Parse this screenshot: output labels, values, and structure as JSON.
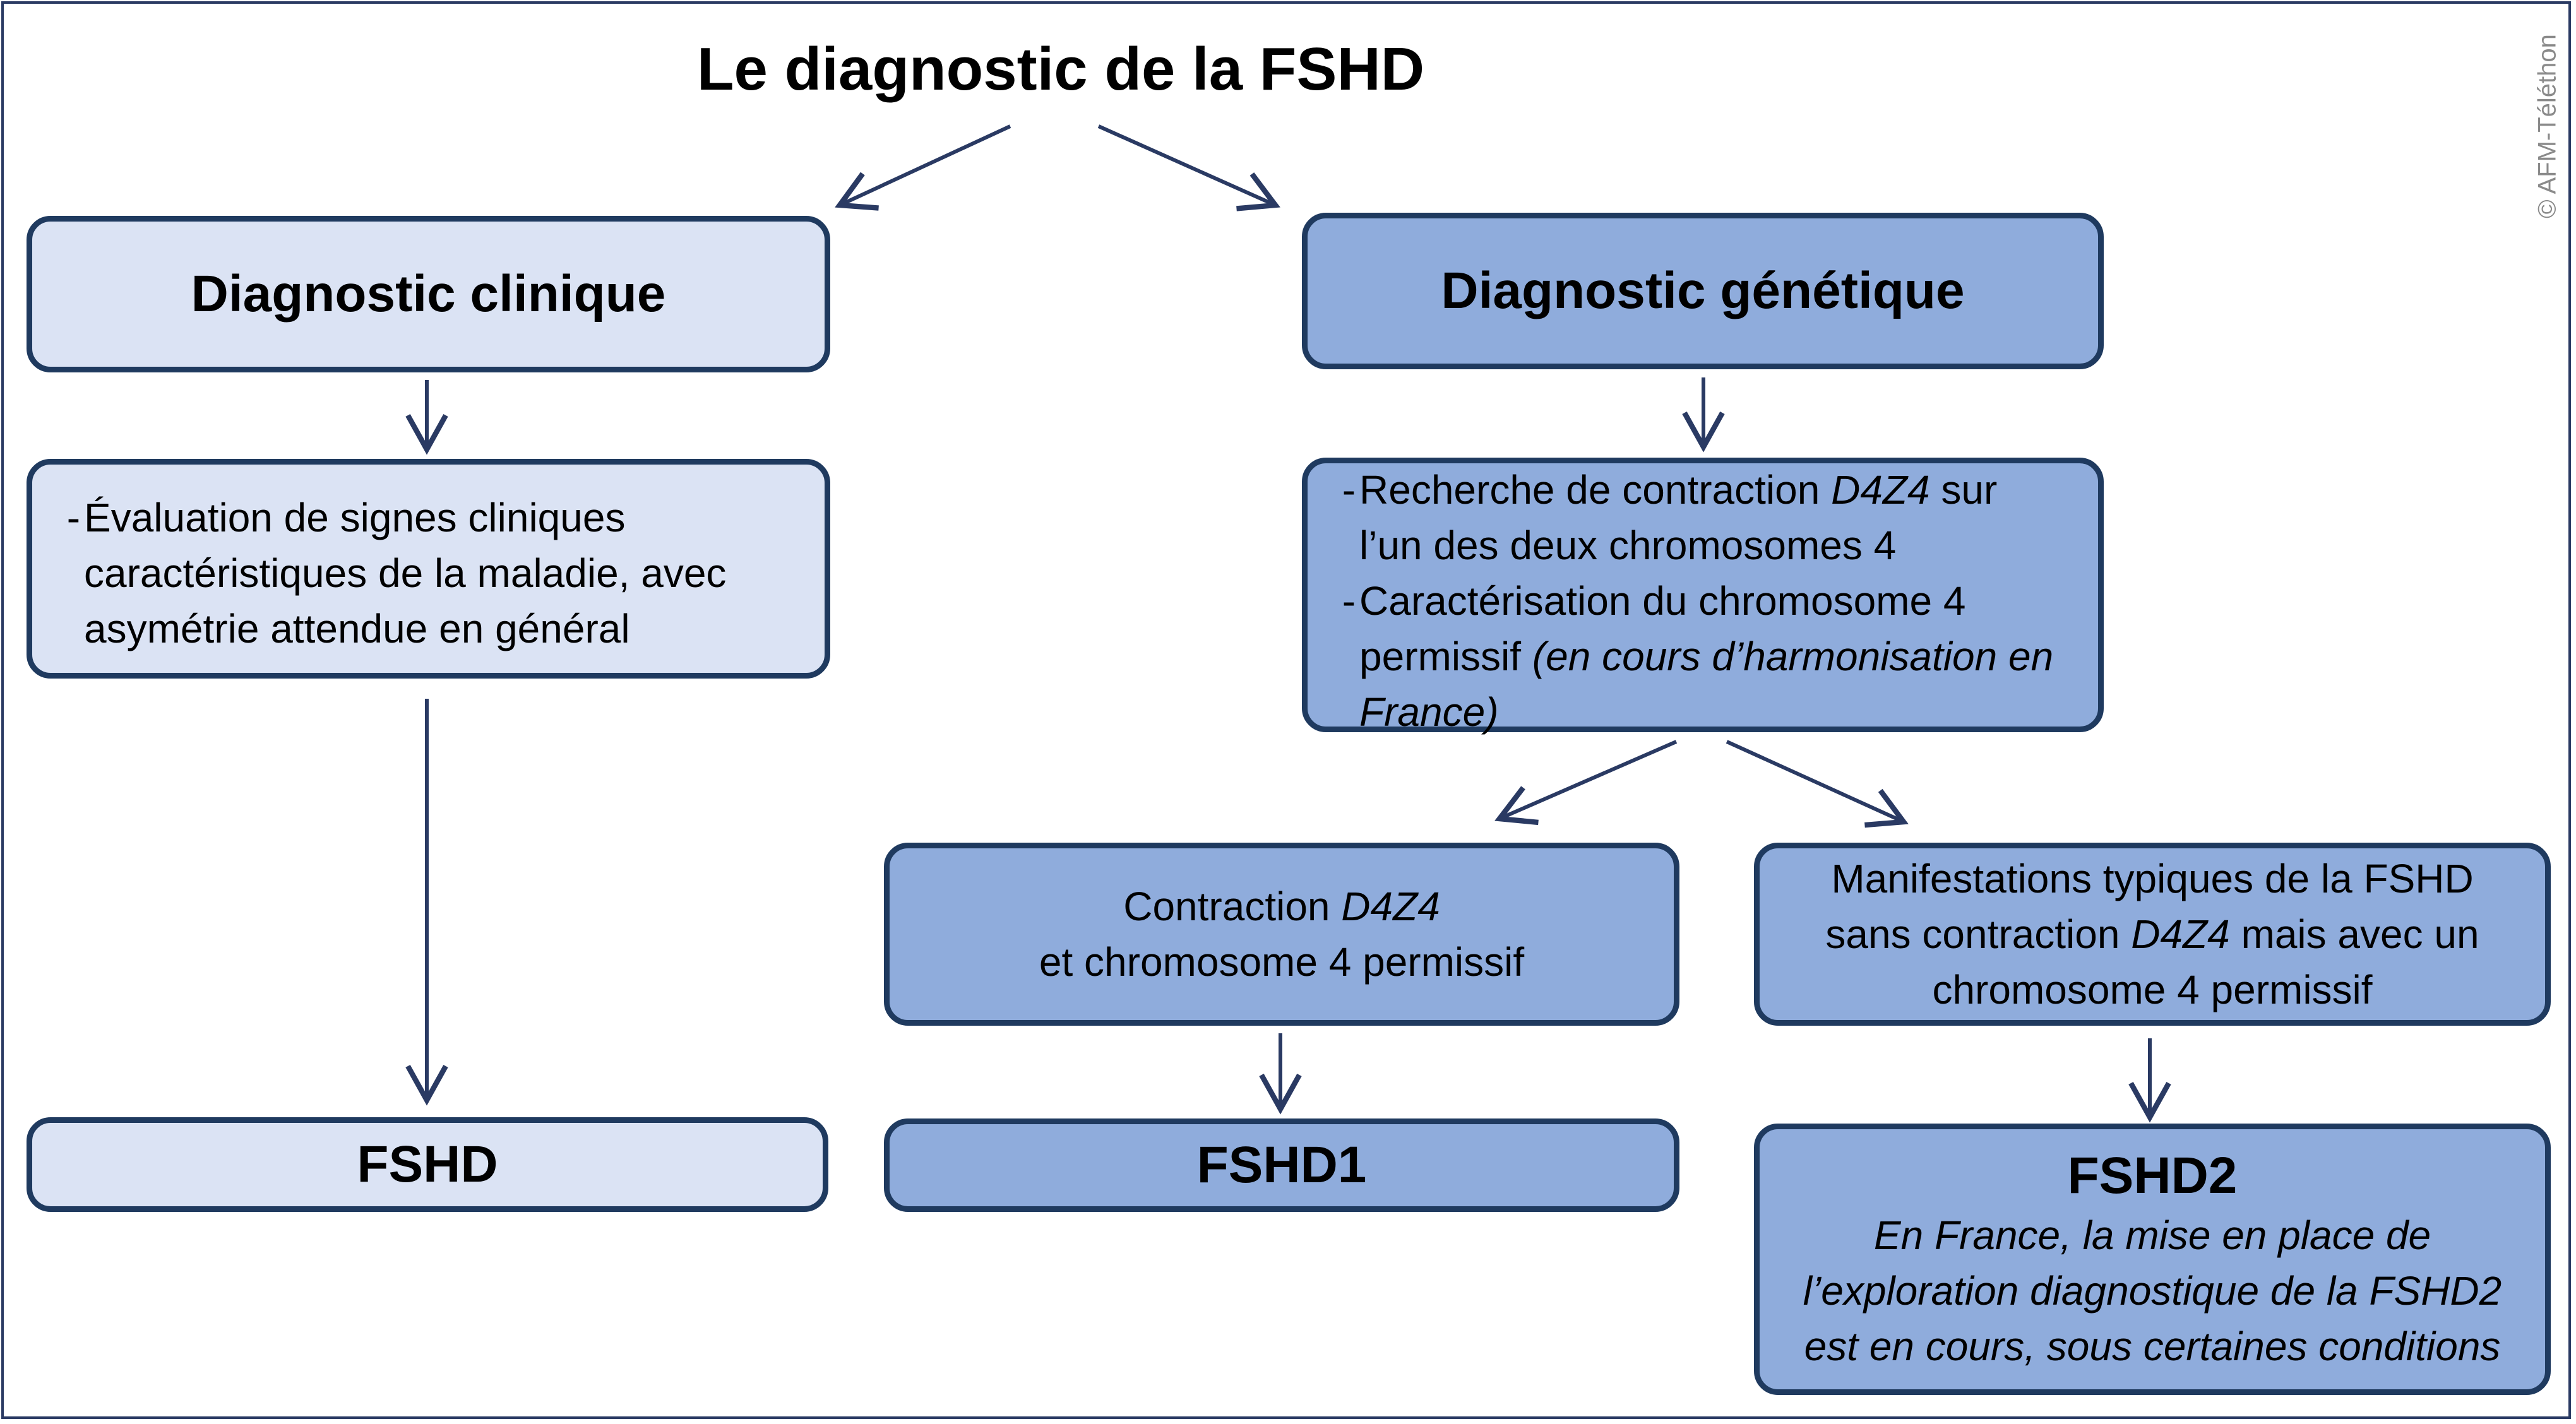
{
  "title": "Le diagnostic de la FSHD",
  "watermark": "© AFM-Téléthon",
  "clinical": {
    "heading": "Diagnostic clinique",
    "step": {
      "dash": "-",
      "lines": [
        "Évaluation de signes cliniques",
        "caractéristiques de la maladie, avec",
        "asymétrie attendue en général"
      ]
    },
    "result": "FSHD"
  },
  "genetic": {
    "heading": "Diagnostic génétique",
    "steps": [
      {
        "dash": "-",
        "line1_pre": "Recherche de contraction ",
        "line1_italic": "D4Z4",
        "line1_post": " sur",
        "line2": "l’un des deux chromosomes 4"
      },
      {
        "dash": "-",
        "line1": "Caractérisation du chromosome 4",
        "line2_pre": "permissif ",
        "line2_italic": "(en cours d’harmonisation en",
        "line3_italic": "France)"
      }
    ],
    "branch_fshd1": {
      "line1_pre": "Contraction ",
      "line1_italic": "D4Z4",
      "line2": "et chromosome 4 permissif",
      "result": "FSHD1"
    },
    "branch_fshd2": {
      "line1": "Manifestations typiques de la FSHD",
      "line2_pre": "sans contraction ",
      "line2_italic": "D4Z4",
      "line2_post": " mais avec un",
      "line3": "chromosome 4 permissif",
      "result": "FSHD2",
      "note_lines": [
        "En France, la mise en place de",
        "l’exploration diagnostique de la FSHD2",
        "est en cours, sous certaines conditions"
      ]
    }
  },
  "colors": {
    "border": "#1f3a5f",
    "light_fill": "#dbe3f4",
    "mid_fill": "#8facdc",
    "arrow": "#2a3a63"
  }
}
